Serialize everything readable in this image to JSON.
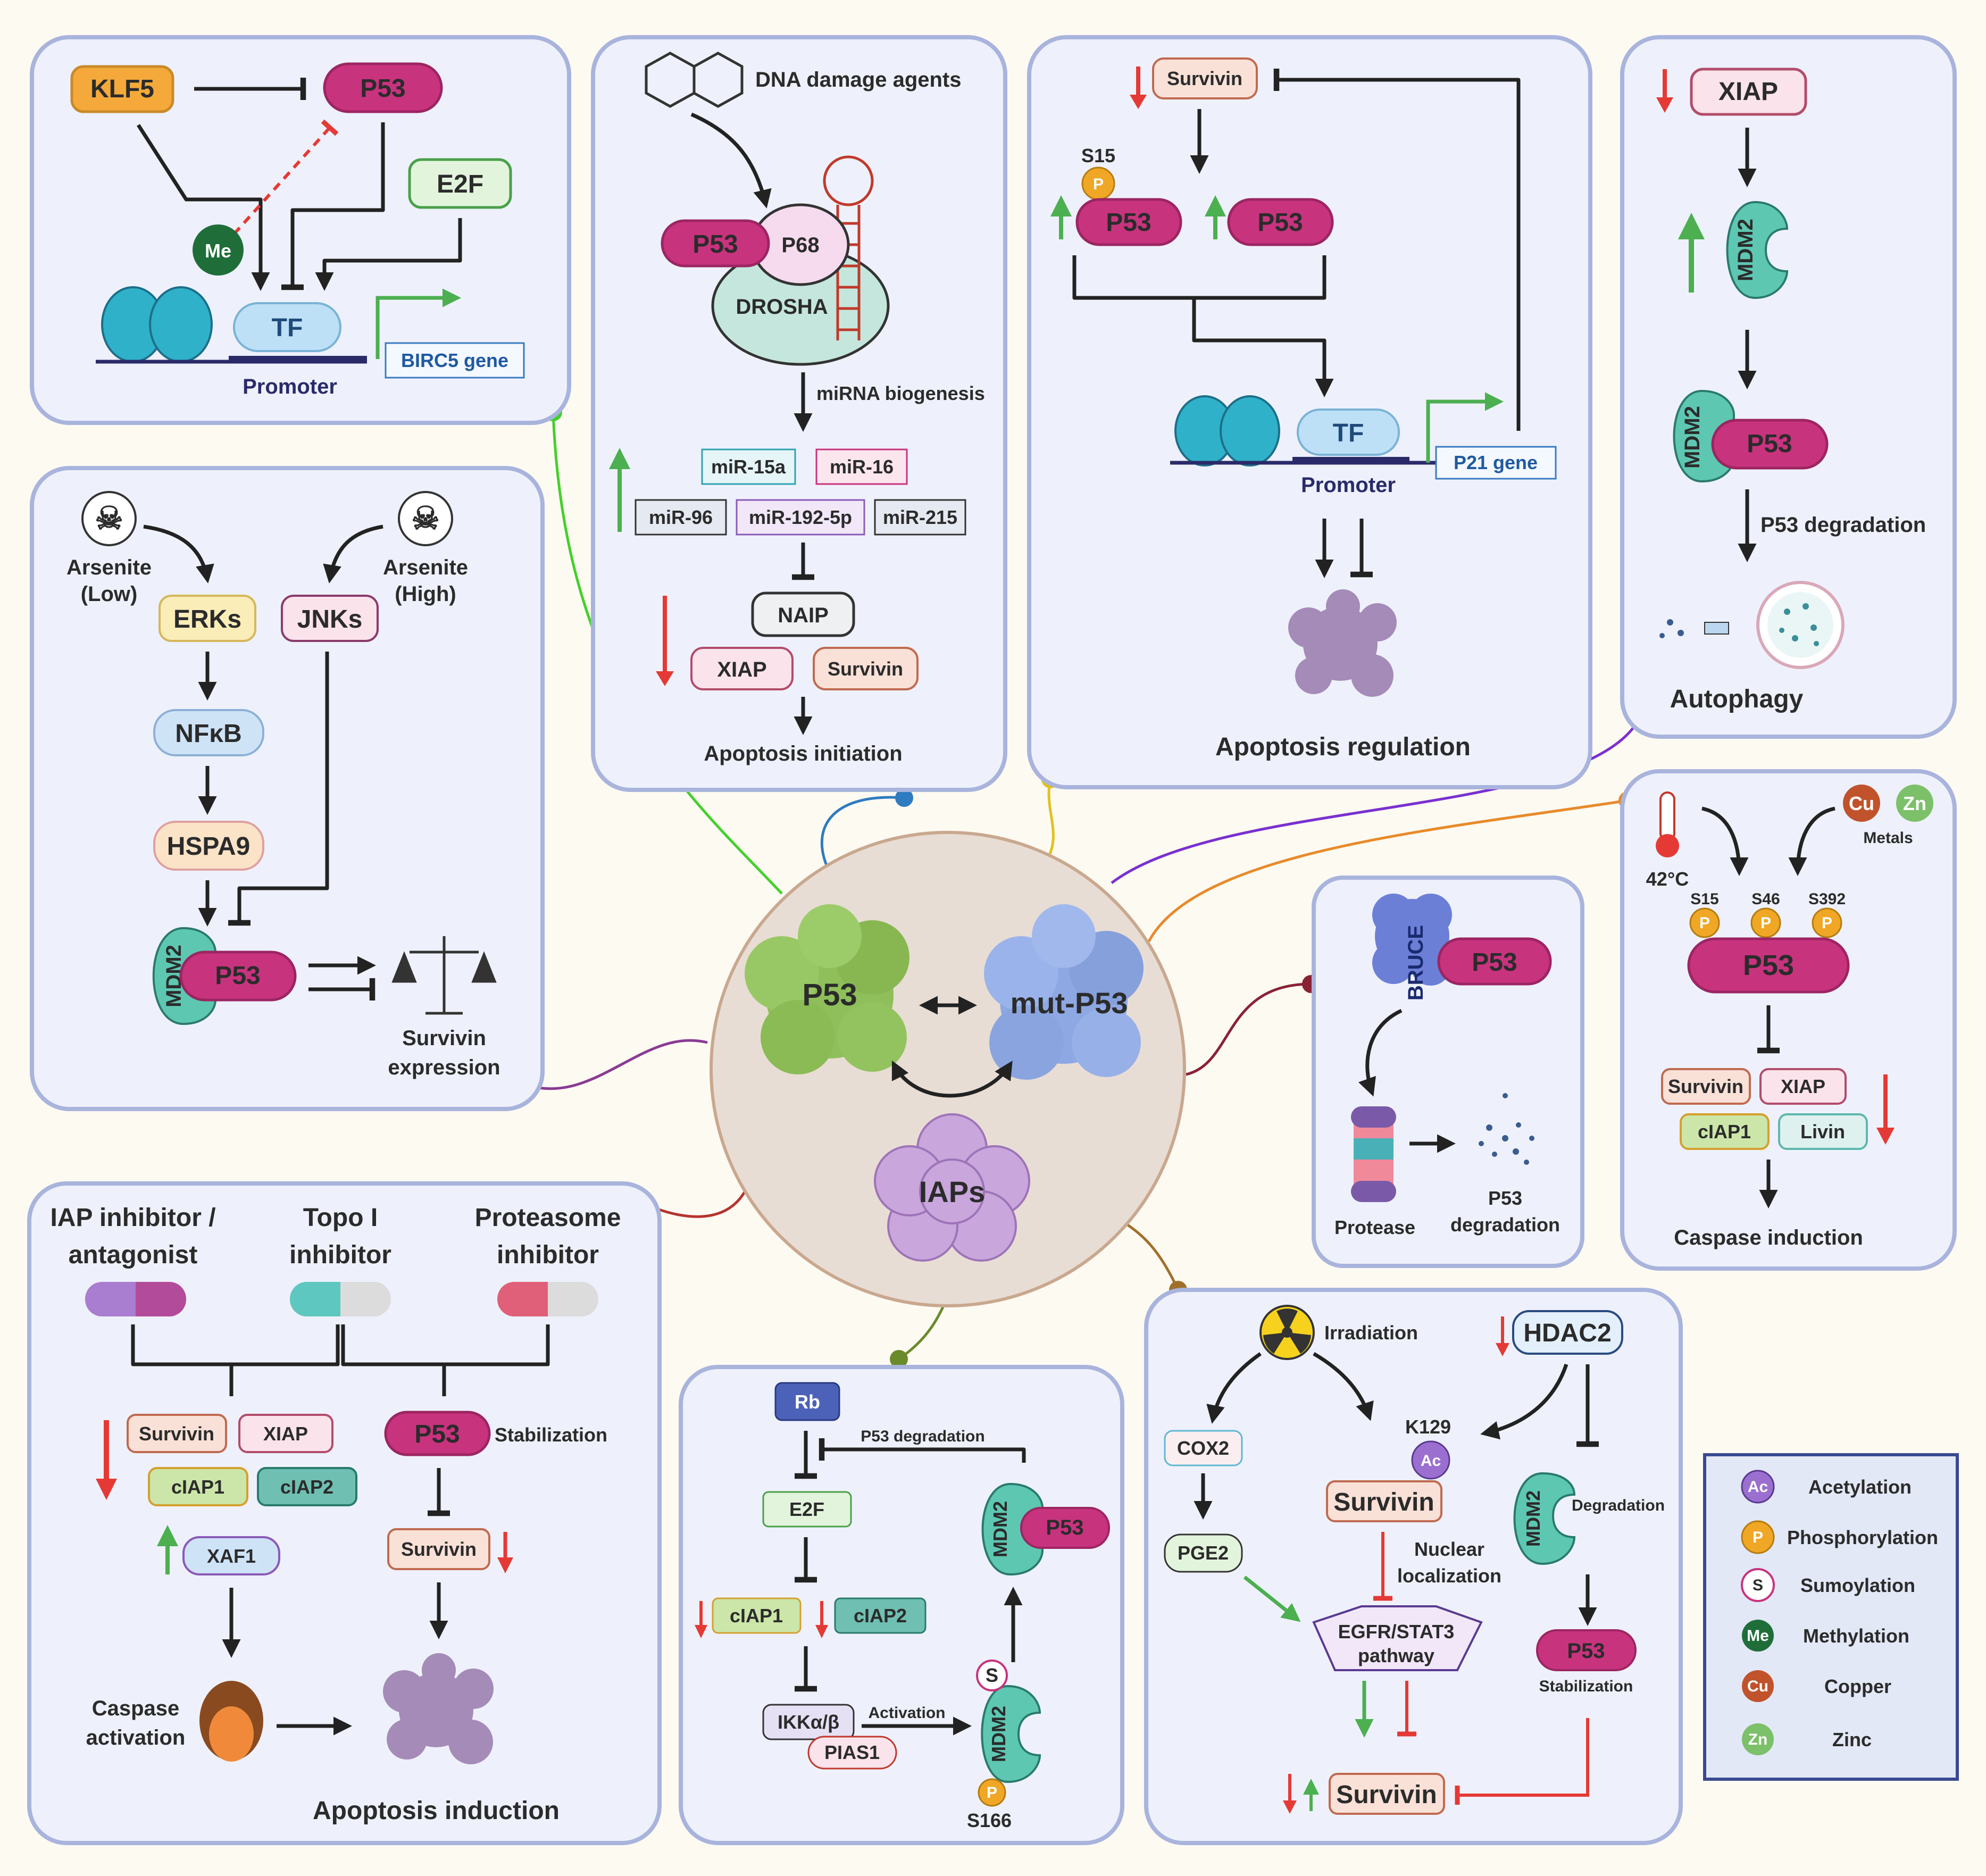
{
  "center": {
    "p53": "P53",
    "mut_p53": "mut-P53",
    "iaps": "IAPs"
  },
  "panel_klf5": {
    "klf5": "KLF5",
    "p53": "P53",
    "e2f": "E2F",
    "me": "Me",
    "tf": "TF",
    "promoter": "Promoter",
    "gene": "BIRC5 gene"
  },
  "panel_mirna": {
    "dna_damage": "DNA damage agents",
    "p53": "P53",
    "p68": "P68",
    "drosha": "DROSHA",
    "biogenesis": "miRNA biogenesis",
    "mirs": [
      "miR-15a",
      "miR-16",
      "miR-96",
      "miR-192-5p",
      "miR-215"
    ],
    "naip": "NAIP",
    "xiap": "XIAP",
    "survivin": "Survivin",
    "initiation": "Apoptosis initiation"
  },
  "panel_p21": {
    "survivin": "Survivin",
    "s15": "S15",
    "p": "P",
    "p53a": "P53",
    "p53b": "P53",
    "tf": "TF",
    "promoter": "Promoter",
    "gene": "P21 gene",
    "regulation": "Apoptosis regulation"
  },
  "panel_autophagy": {
    "xiap": "XIAP",
    "mdm2": "MDM2",
    "p53": "P53",
    "degradation": "P53 degradation",
    "autophagy": "Autophagy"
  },
  "panel_arsenite": {
    "ars_low_1": "Arsenite",
    "ars_low_2": "(Low)",
    "ars_high_1": "Arsenite",
    "ars_high_2": "(High)",
    "erks": "ERKs",
    "jnks": "JNKs",
    "nfkb": "NFκB",
    "hspa9": "HSPA9",
    "mdm2": "MDM2",
    "p53": "P53",
    "expr_1": "Survivin",
    "expr_2": "expression"
  },
  "panel_bruce": {
    "bruce": "BRUCE",
    "p53": "P53",
    "protease": "Protease",
    "deg_1": "P53",
    "deg_2": "degradation"
  },
  "panel_stress": {
    "temp": "42°C",
    "cu": "Cu",
    "zn": "Zn",
    "metals": "Metals",
    "s15": "S15",
    "s46": "S46",
    "s392": "S392",
    "p": "P",
    "p53": "P53",
    "survivin": "Survivin",
    "xiap": "XIAP",
    "ciap1": "cIAP1",
    "livin": "Livin",
    "caspase": "Caspase induction"
  },
  "panel_inhibitor": {
    "iap_inh_1": "IAP inhibitor /",
    "iap_inh_2": "antagonist",
    "topo_1": "Topo I",
    "topo_2": "inhibitor",
    "prot_1": "Proteasome",
    "prot_2": "inhibitor",
    "survivin": "Survivin",
    "xiap": "XIAP",
    "ciap1": "cIAP1",
    "ciap2": "cIAP2",
    "xaf1": "XAF1",
    "p53": "P53",
    "stabilization": "Stabilization",
    "survivin2": "Survivin",
    "casp_1": "Caspase",
    "casp_2": "activation",
    "induction": "Apoptosis induction"
  },
  "panel_rb": {
    "rb": "Rb",
    "degradation": "P53 degradation",
    "e2f": "E2F",
    "ciap1": "cIAP1",
    "ciap2": "cIAP2",
    "mdm2": "MDM2",
    "p53": "P53",
    "ikk": "IKKα/β",
    "pias1": "PIAS1",
    "activation": "Activation",
    "s": "S",
    "p": "P",
    "s166": "S166"
  },
  "panel_irr": {
    "irradiation": "Irradiation",
    "hdac2": "HDAC2",
    "cox2": "COX2",
    "pge2": "PGE2",
    "k129": "K129",
    "ac": "Ac",
    "survivin": "Survivin",
    "nuc_1": "Nuclear",
    "nuc_2": "localization",
    "egfr_1": "EGFR/STAT3",
    "egfr_2": "pathway",
    "mdm2": "MDM2",
    "degradation": "Degradation",
    "p53": "P53",
    "stabilization": "Stabilization",
    "survivin_bottom": "Survivin"
  },
  "legend": [
    {
      "sym": "Ac",
      "label": "Acetylation",
      "color": "#9b6fd0"
    },
    {
      "sym": "P",
      "label": "Phosphorylation",
      "color": "#f0a726"
    },
    {
      "sym": "S",
      "label": "Sumoylation",
      "color": "#ffffff"
    },
    {
      "sym": "Me",
      "label": "Methylation",
      "color": "#1f6e3a"
    },
    {
      "sym": "Cu",
      "label": "Copper",
      "color": "#c0532b"
    },
    {
      "sym": "Zn",
      "label": "Zinc",
      "color": "#7cc06a"
    }
  ],
  "colors": {
    "p53": "#c8337e",
    "panel": "#eef1fb",
    "panel_border": "#a9b4dd",
    "up": "#4caf50",
    "down": "#e53935"
  }
}
